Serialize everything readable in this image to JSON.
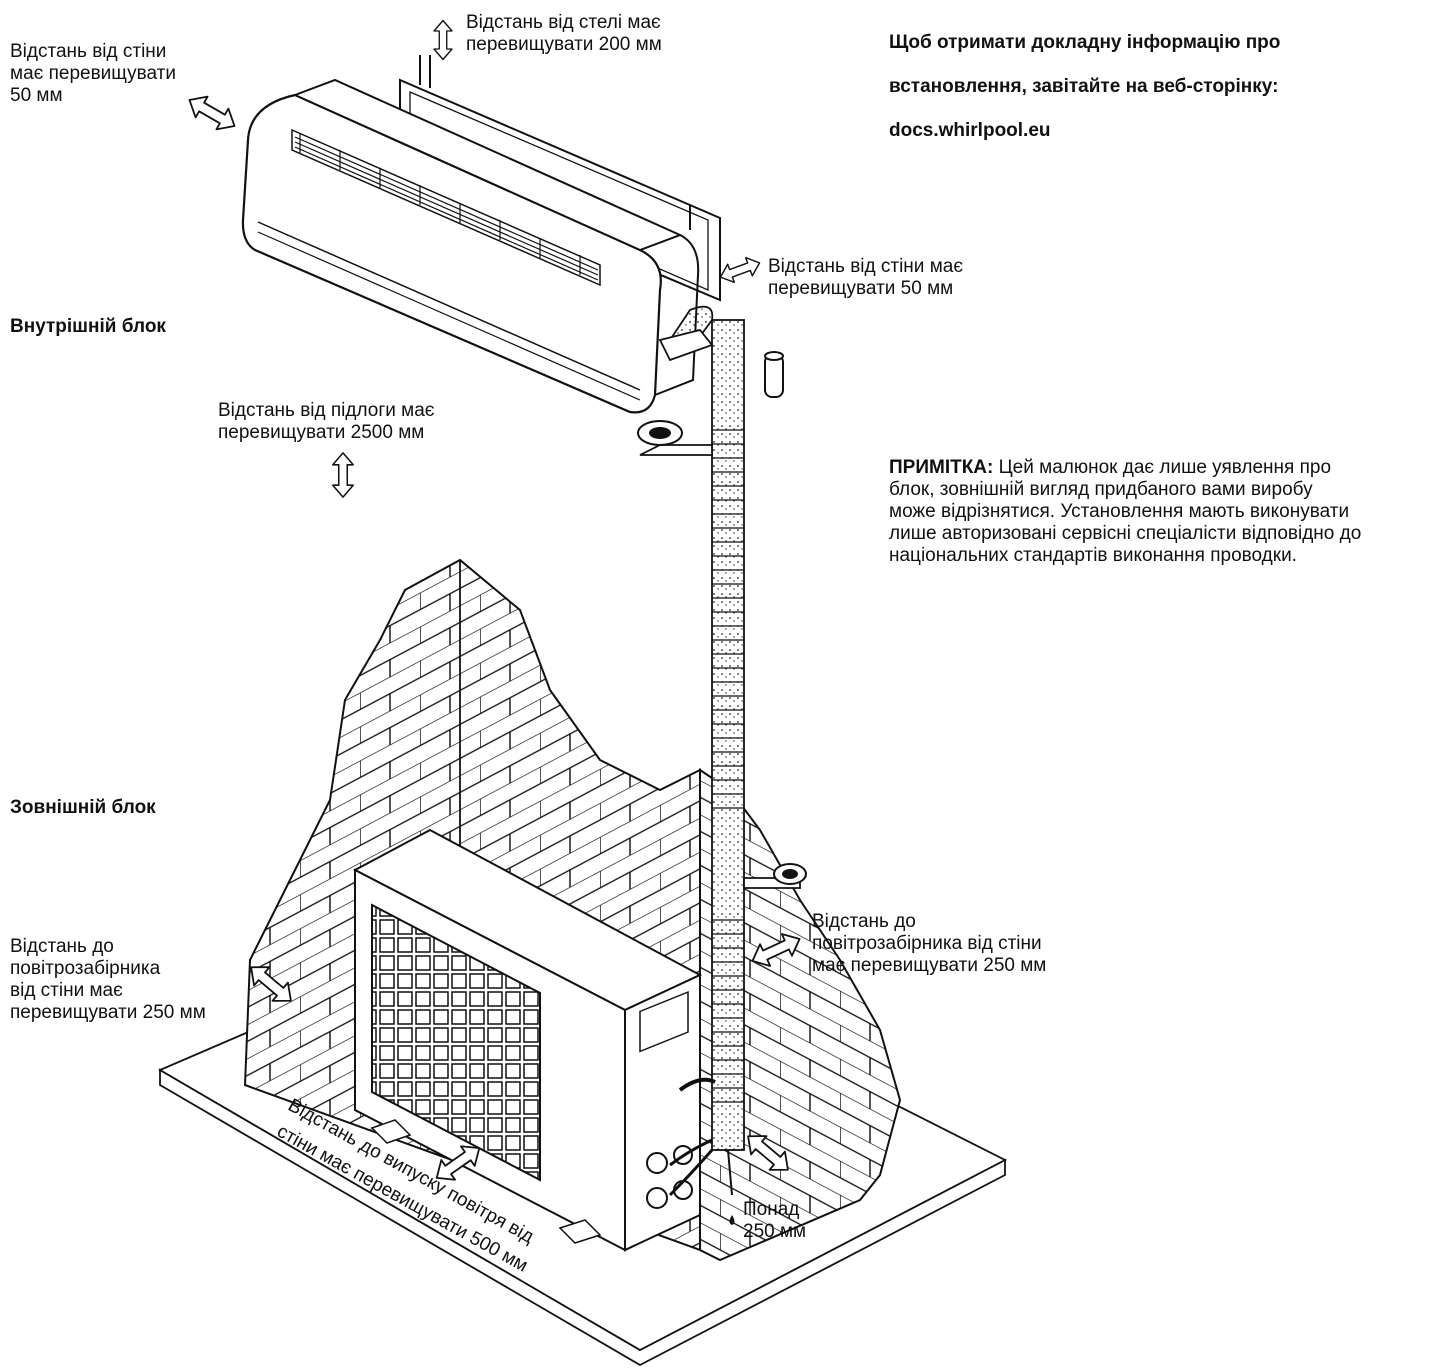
{
  "info": {
    "line1": "Щоб отримати докладну інформацію про",
    "line2": "встановлення, завітайте на веб-сторінку:",
    "line3": "docs.whirlpool.eu"
  },
  "labels": {
    "indoor_unit": "Внутрішній блок",
    "outdoor_unit": "Зовнішній блок"
  },
  "clearances": {
    "wall_left_indoor": "Відстань від стіни\nмає перевищувати\n50 мм",
    "ceiling": "Відстань від стелі має\nперевищувати 200 мм",
    "wall_right_indoor": "Відстань від стіни має\nперевищувати 50 мм",
    "floor": "Відстань від підлоги має\nперевищувати 2500 мм",
    "intake_right": "Відстань до\nповітрозабірника від стіни\nмає перевищувати 250 мм",
    "intake_left": "Відстань до\nповітрозабірника\nвід стіни має\nперевищувати 250 мм",
    "outlet_line1": "Відстань до випуску повітря від",
    "outlet_line2": "стіни має перевищувати 500 мм",
    "over_250": "Понад\n250 мм"
  },
  "note": {
    "title": "ПРИМІТКА:",
    "text": " Цей малюнок дає лише уявлення про\nблок, зовнішній вигляд придбаного вами виробу\nможе відрізнятися. Установлення мають виконувати\nлише авторизовані сервісні спеціалісти відповідно до\nнаціональних стандартів виконання проводки."
  }
}
